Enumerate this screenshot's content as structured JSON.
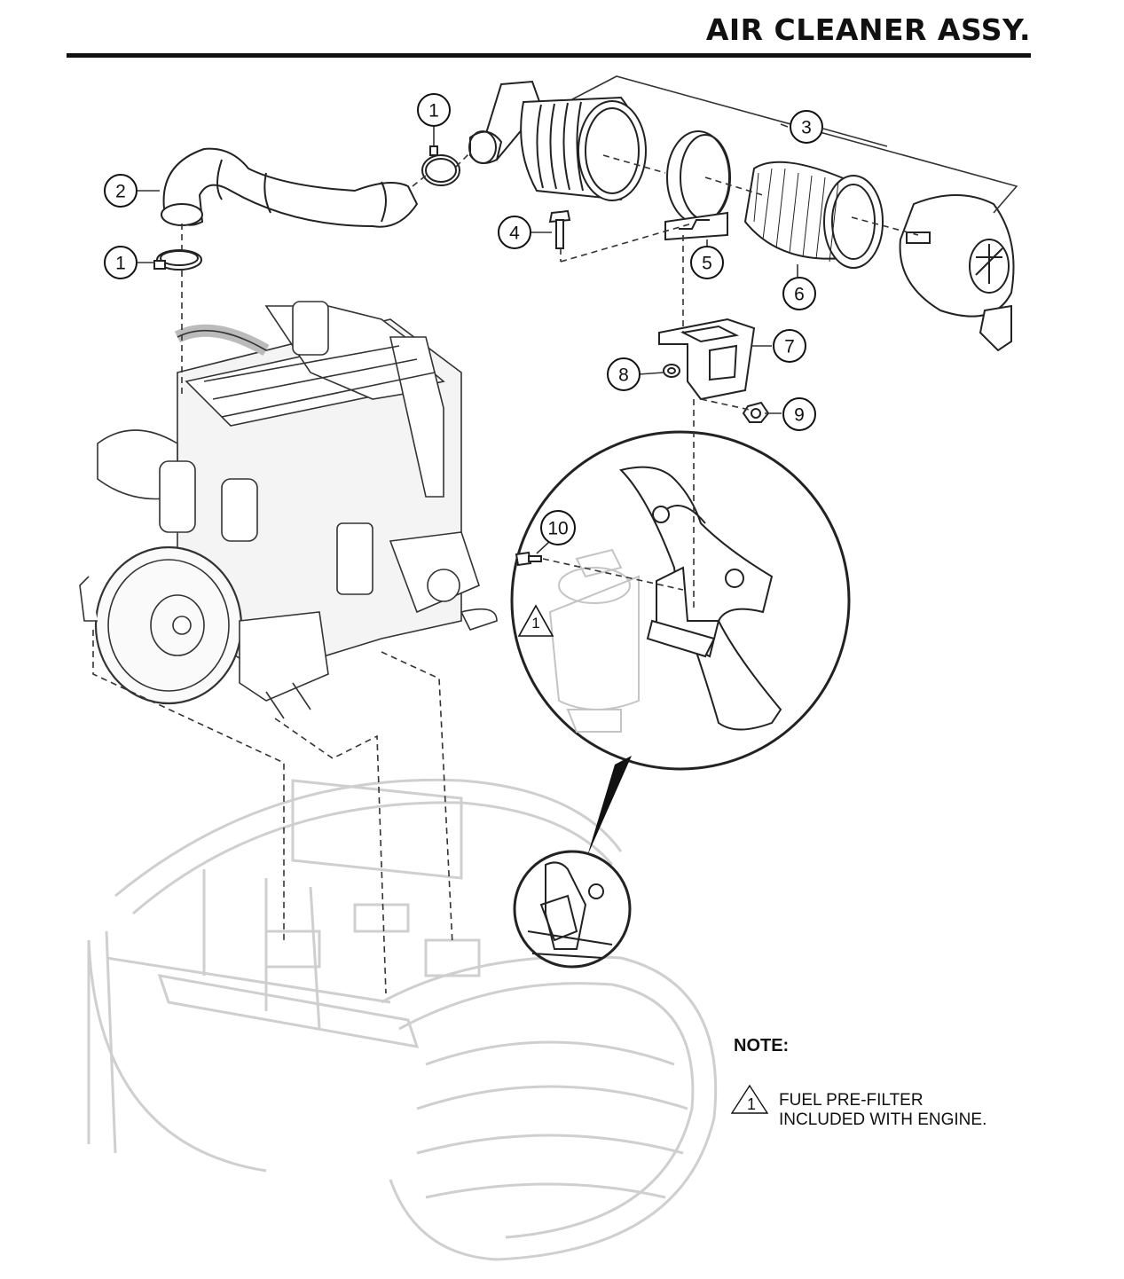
{
  "title": "AIR CLEANER ASSY.",
  "callouts": [
    {
      "id": "c1a",
      "label": "1"
    },
    {
      "id": "c1b",
      "label": "1"
    },
    {
      "id": "c2",
      "label": "2"
    },
    {
      "id": "c3",
      "label": "3"
    },
    {
      "id": "c4",
      "label": "4"
    },
    {
      "id": "c5",
      "label": "5"
    },
    {
      "id": "c6",
      "label": "6"
    },
    {
      "id": "c7",
      "label": "7"
    },
    {
      "id": "c8",
      "label": "8"
    },
    {
      "id": "c9",
      "label": "9"
    },
    {
      "id": "c10",
      "label": "10"
    }
  ],
  "detail_marker": "1",
  "note": {
    "heading": "NOTE:",
    "marker": "1",
    "lines": [
      "FUEL PRE-FILTER",
      "INCLUDED WITH ENGINE."
    ]
  }
}
